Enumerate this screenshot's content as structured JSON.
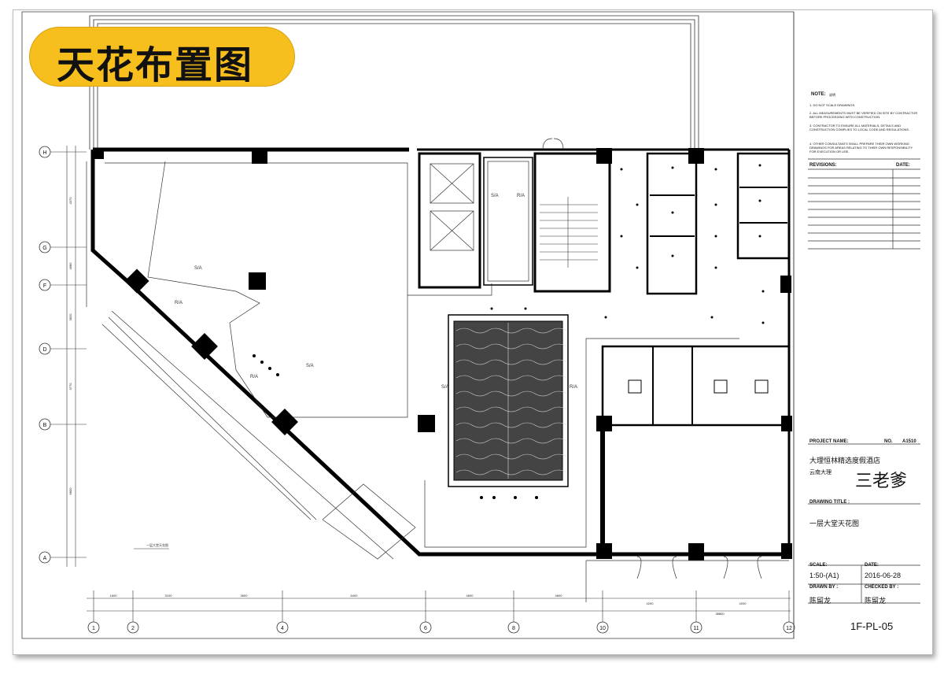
{
  "badge": {
    "title": "天花布置图"
  },
  "grid": {
    "rows": [
      "H",
      "G",
      "F",
      "D",
      "B",
      "A"
    ],
    "cols": [
      "1",
      "2",
      "4",
      "6",
      "8",
      "10",
      "11",
      "12"
    ],
    "dims_bottom": [
      "1600",
      "3100",
      "3600",
      "6400",
      "4600",
      "4800",
      "4200",
      "4200"
    ],
    "total_dim": "38800",
    "dims_left": [
      "4370",
      "4680",
      "3820",
      "3770",
      "6800"
    ]
  },
  "plan": {
    "sa_labels": [
      "S/A",
      "S/A",
      "S/A",
      "S/A"
    ],
    "ra_labels": [
      "R/A",
      "R/A",
      "R/A",
      "R/A"
    ],
    "small_note": "一层大堂天花图"
  },
  "titleblock": {
    "note_label": "NOTE:",
    "note_cn": "说明",
    "notes": [
      "1. DO NOT SCALE DRAWINGS.",
      "2. ALL MEASUREMENTS MUST BE VERIFIED ON SITE BY CONTRACTOR BEFORE PROCEEDING WITH CONSTRUCTION.",
      "3. CONTRACTOR TO ENSURE ALL MATERIALS, DETAILS AND CONSTRUCTION COMPLIES TO LOCAL CODE AND REGULATIONS.",
      "4. OTHER CONSULTANTS SHALL PREPARE THEIR OWN WORKING DRAWINGS FOR AREAS RELATING TO THEIR OWN RESPONSIBILITY FOR EXECUTION OR USE."
    ],
    "revisions_label": "REVISIONS:",
    "date_label": "DATE:",
    "project_label": "PROJECT NAME:",
    "no_label": "NO.",
    "no_value": "A1510",
    "project_name": "大理恒林精选度假酒店",
    "project_place": "云南大理",
    "watermark": "三老爹",
    "drawing_title_label": "DRAWING TITLE :",
    "drawing_title": "一层大堂天花图",
    "scale_label": "SCALE:",
    "scale_value": "1:50-(A1)",
    "date_value": "2016-06-28",
    "drawn_label": "DRAWN BY :",
    "drawn_value": "陈留龙",
    "checked_label": "CHECKED BY :",
    "checked_value": "陈留龙",
    "sheet_no": "1F-PL-05"
  }
}
